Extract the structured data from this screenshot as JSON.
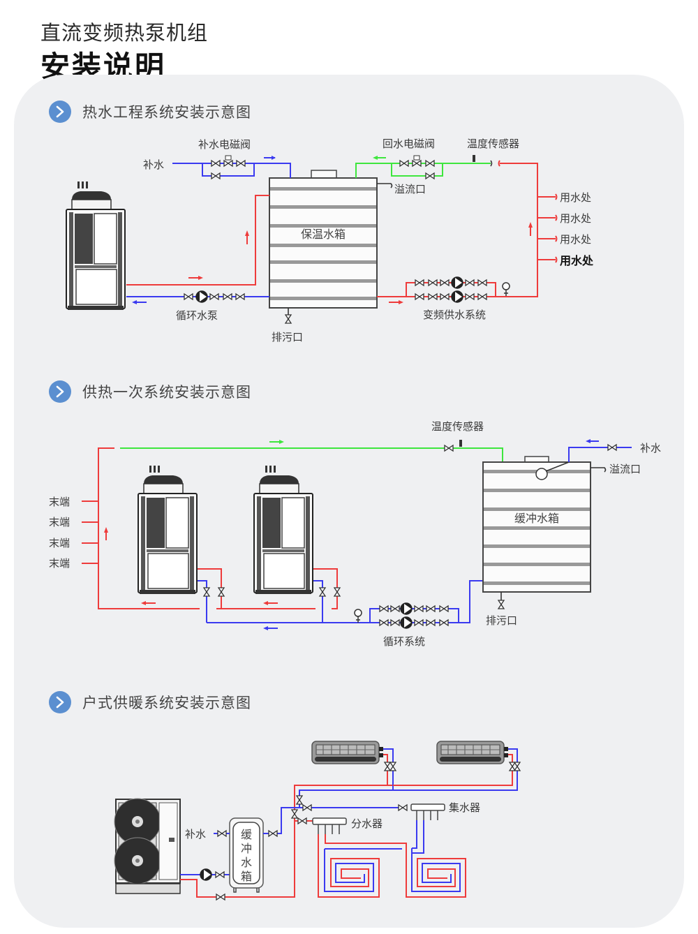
{
  "header": {
    "subtitle": "直流变频热泵机组",
    "title": "安装说明"
  },
  "colors": {
    "hot_pipe": "#ee3b3b",
    "cold_pipe": "#3a3af0",
    "return_pipe": "#3ee63e",
    "section_icon": "#5b8fd0",
    "panel_bg": "#eff0f2"
  },
  "sections": [
    {
      "title": "热水工程系统安装示意图",
      "icon": "chevron-right-icon",
      "labels": {
        "makeup_water": "补水",
        "makeup_solenoid_valve": "补水电磁阀",
        "return_solenoid_valve": "回水电磁阀",
        "temp_sensor": "温度传感器",
        "overflow": "溢流口",
        "tank": "保温水箱",
        "circulation_pump": "循环水泵",
        "drain": "排污口",
        "vfd_supply_system": "变频供水系统",
        "outlets": [
          "用水处",
          "用水处",
          "用水处",
          "用水处"
        ]
      }
    },
    {
      "title": "供热一次系统安装示意图",
      "icon": "chevron-right-icon",
      "labels": {
        "temp_sensor": "温度传感器",
        "makeup_water": "补水",
        "overflow": "溢流口",
        "tank": "缓冲水箱",
        "drain": "排污口",
        "circulation_system": "循环系统",
        "terminals": [
          "末端",
          "末端",
          "末端",
          "末端"
        ]
      }
    },
    {
      "title": "户式供暖系统安装示意图",
      "icon": "chevron-right-icon",
      "labels": {
        "makeup_water": "补水",
        "tank": "缓冲水箱",
        "tank_chars": [
          "缓",
          "冲",
          "水",
          "箱"
        ],
        "distributor": "分水器",
        "collector": "集水器"
      }
    }
  ]
}
